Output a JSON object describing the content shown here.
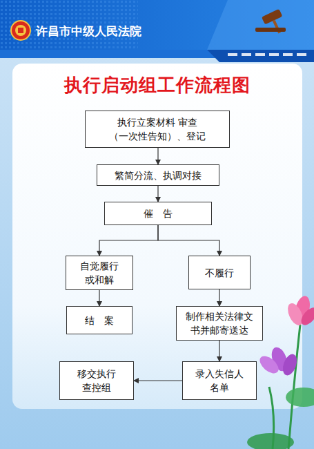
{
  "diagram": {
    "title": "执行启动组工作流程图",
    "nodes": [
      {
        "text": [
          "执行立案材料 审查（一次性告知）、登记"
        ]
      },
      {
        "text": [
          "繁简分流、执调对接"
        ]
      },
      {
        "text": [
          "催　告"
        ]
      },
      {
        "text": [
          "自觉履行 或和解"
        ]
      },
      {
        "text": [
          "不履行"
        ]
      },
      {
        "text": [
          "结　案"
        ]
      },
      {
        "text": [
          "制作相关法律文 书并邮寄送达"
        ]
      },
      {
        "text": [
          "录入失信人 名单"
        ]
      },
      {
        "text": [
          "移交执行 查控组"
        ]
      }
    ],
    "edges": [
      {
        "from": 0,
        "to": 1,
        "arrow": "to"
      },
      {
        "from": 1,
        "to": 2,
        "arrow": "to"
      },
      {
        "from": 2,
        "to": 3,
        "arrow": "to"
      },
      {
        "from": 2,
        "to": 4,
        "arrow": "to"
      },
      {
        "from": 3,
        "to": 5,
        "arrow": "to"
      },
      {
        "from": 4,
        "to": 6,
        "arrow": "to"
      },
      {
        "from": 6,
        "to": 7,
        "arrow": "to"
      },
      {
        "from": 7,
        "to": 8,
        "arrow": "to"
      }
    ],
    "labels": [
      "许昌市中级人民法院"
    ]
  }
}
